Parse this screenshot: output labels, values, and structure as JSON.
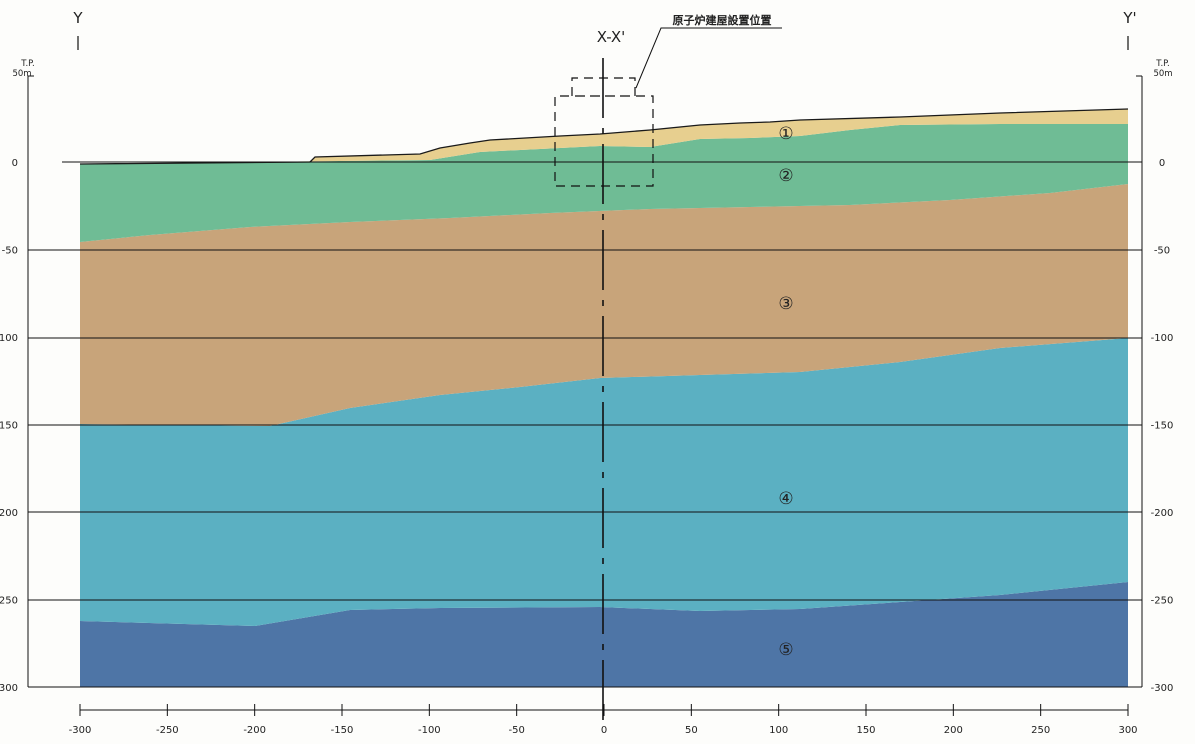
{
  "section": {
    "left_end_label": "Y",
    "right_end_label": "Y'",
    "center_line_label": "X-X'",
    "building_label": "原子炉建屋設置位置",
    "tp_label": "T.P.",
    "top_unit_label": "50m"
  },
  "axes": {
    "x_ticks": [
      "-300",
      "-250",
      "-200",
      "-150",
      "-100",
      "-50",
      "0",
      "50",
      "100",
      "150",
      "200",
      "250",
      "300"
    ],
    "y_ticks": [
      "0",
      "-50",
      "-100",
      "-150",
      "-200",
      "-250",
      "-300"
    ]
  },
  "layers": [
    {
      "id": "1",
      "label": "①",
      "color": "#e7cf8f"
    },
    {
      "id": "2",
      "label": "②",
      "color": "#6fbc95"
    },
    {
      "id": "3",
      "label": "③",
      "color": "#c8a47a"
    },
    {
      "id": "4",
      "label": "④",
      "color": "#5bb0c2"
    },
    {
      "id": "5",
      "label": "⑤",
      "color": "#4e75a6"
    }
  ],
  "colors": {
    "gridline": "#111111",
    "background": "#fdfdfb"
  }
}
